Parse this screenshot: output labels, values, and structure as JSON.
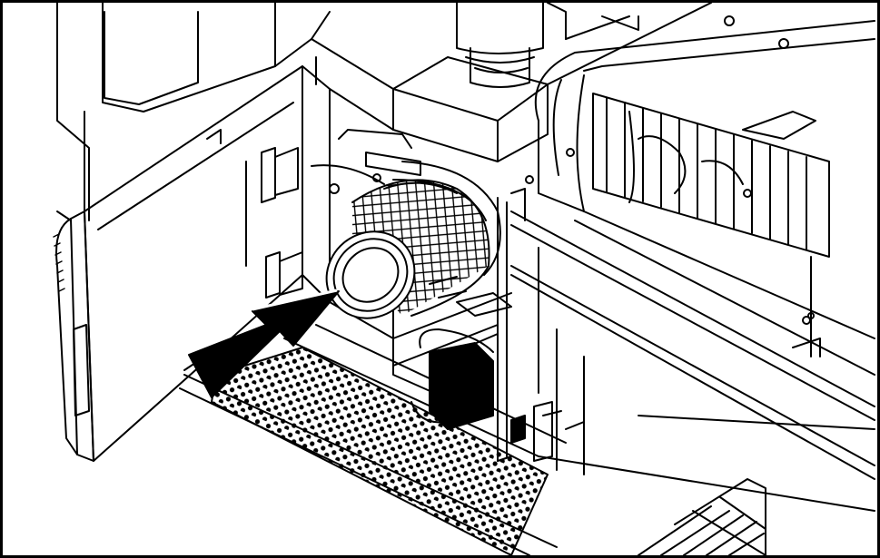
{
  "figure": {
    "style": "black-and-white line-art technical illustration",
    "line_color": "#000000",
    "background_color": "#ffffff",
    "has_border": true,
    "parts": [
      {
        "name": "open-side-door",
        "icon": "door-panel"
      },
      {
        "name": "door-hinges",
        "icon": "hinge"
      },
      {
        "name": "air-filter-element",
        "icon": "cylindrical-mesh-filter"
      },
      {
        "name": "filter-housing-bracket",
        "icon": "bracket"
      },
      {
        "name": "perforated-floor-grate",
        "icon": "perforated-plate"
      },
      {
        "name": "blower-fan-housing",
        "icon": "fan-with-grille"
      },
      {
        "name": "exhaust-stack-top",
        "icon": "stack"
      },
      {
        "name": "electrical-component-box",
        "icon": "coil-box"
      },
      {
        "name": "radiator-grille-bottom-right",
        "icon": "grille"
      },
      {
        "name": "vertical-frame-rails",
        "icon": "rail"
      }
    ],
    "callout": {
      "type": "arrow",
      "points_to": "air-filter-element",
      "direction": "up-right",
      "fill": "#000000"
    }
  }
}
